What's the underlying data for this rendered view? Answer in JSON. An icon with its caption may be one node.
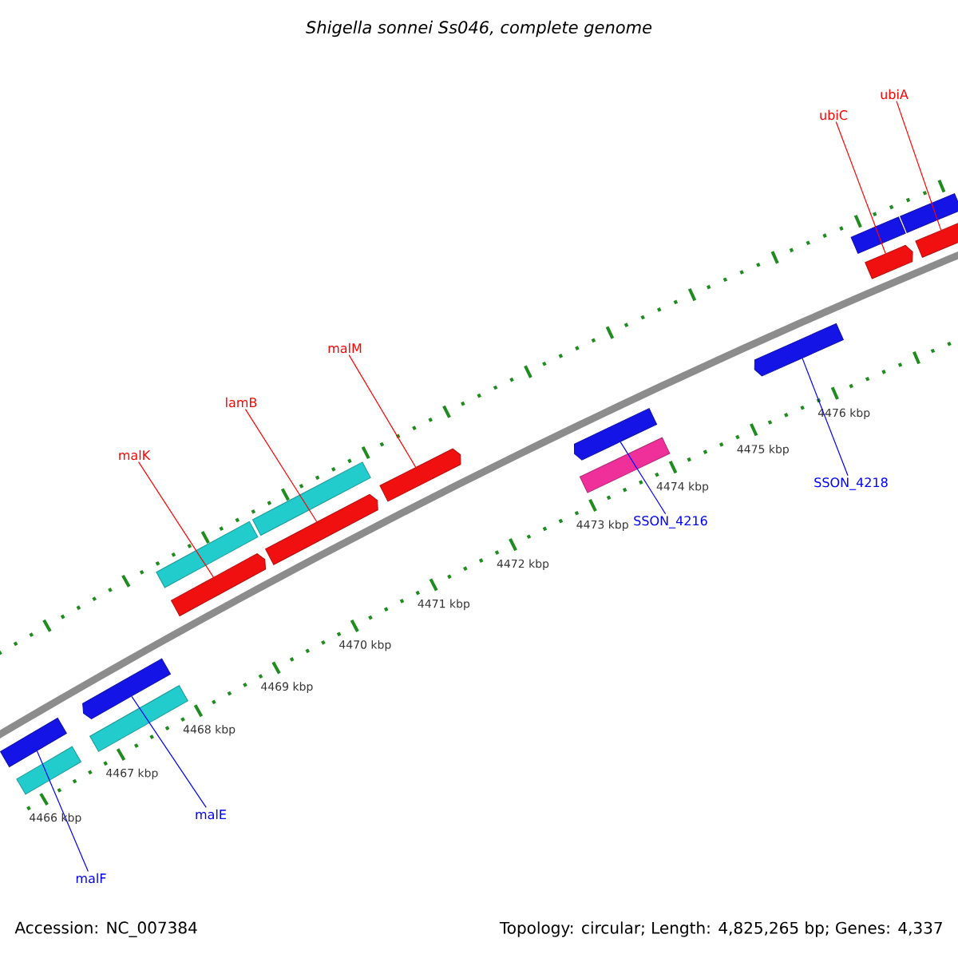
{
  "diagram": {
    "title": "Shigella sonnei Ss046, complete genome",
    "nodes": [
      {
        "text": [
          "ubiA"
        ]
      },
      {
        "text": [
          "ubiC"
        ]
      },
      {
        "text": [
          "malM"
        ]
      },
      {
        "text": [
          "lamB"
        ]
      },
      {
        "text": [
          "malK"
        ]
      },
      {
        "text": [
          "SSON_4218"
        ]
      },
      {
        "text": [
          "SSON_4216"
        ]
      },
      {
        "text": [
          "malE"
        ]
      },
      {
        "text": [
          "malF"
        ]
      },
      {
        "text": [],
        "shape": "bar"
      },
      {
        "text": [],
        "shape": "bar"
      },
      {
        "text": [],
        "shape": "bar"
      },
      {
        "text": [],
        "shape": "bar"
      },
      {
        "text": [],
        "shape": "bar"
      },
      {
        "text": [],
        "shape": "bar"
      },
      {
        "text": [],
        "shape": "bar"
      },
      {
        "text": [],
        "shape": "bar"
      },
      {
        "text": [],
        "shape": "bar"
      },
      {
        "text": [],
        "shape": "bar"
      },
      {
        "text": [],
        "shape": "bar"
      },
      {
        "text": [],
        "shape": "bar"
      },
      {
        "text": [],
        "shape": "bar"
      },
      {
        "text": [],
        "shape": "bar"
      },
      {
        "text": [],
        "shape": "bar"
      },
      {
        "text": [],
        "shape": "bar"
      }
    ],
    "edges": [
      {
        "from": 0,
        "to": 24,
        "arrow": "none"
      },
      {
        "from": 1,
        "to": 22,
        "arrow": "none"
      },
      {
        "from": 2,
        "to": 17,
        "arrow": "none"
      },
      {
        "from": 3,
        "to": 15,
        "arrow": "none"
      },
      {
        "from": 4,
        "to": 13,
        "arrow": "none"
      },
      {
        "from": 5,
        "to": 20,
        "arrow": "none",
        "color": "#0000ff"
      },
      {
        "from": 6,
        "to": 18,
        "arrow": "none",
        "color": "#0000ff"
      },
      {
        "from": 7,
        "to": 12,
        "arrow": "none",
        "color": "#0000ff"
      },
      {
        "from": 8,
        "to": 10,
        "arrow": "none",
        "color": "#0000ff"
      }
    ],
    "labels": [
      "4476 kbp",
      "4475 kbp",
      "4474 kbp",
      "4473 kbp",
      "4472 kbp",
      "4471 kbp",
      "4470 kbp",
      "4469 kbp",
      "4468 kbp",
      "4467 kbp",
      "4466 kbp",
      "Accession: NC_007384",
      "Topology: circular; Length: 4,825,265 bp; Genes: 4,337"
    ]
  }
}
